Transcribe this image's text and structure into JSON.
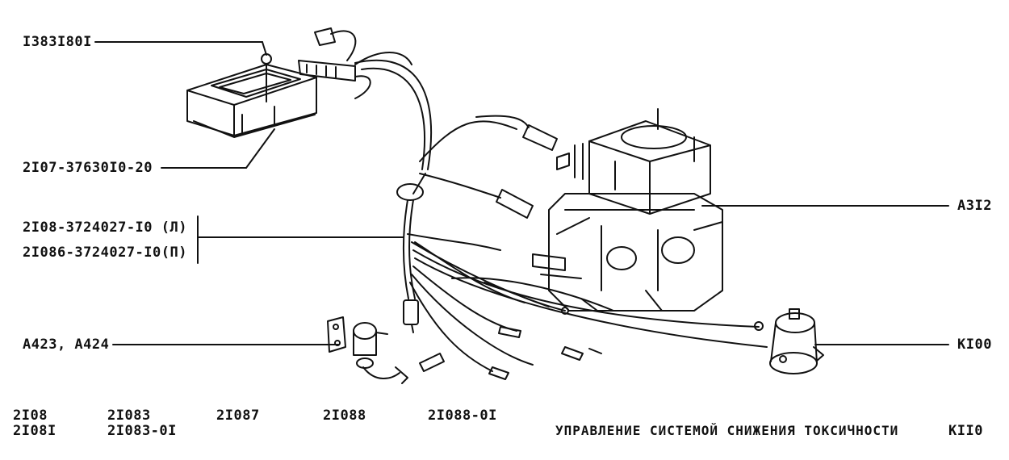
{
  "callouts": {
    "ecu_nut": "I383I80I",
    "ecu": "2I07-37630I0-20",
    "harness_left": "2I08-3724027-I0 (Л)",
    "harness_right": "2I086-3724027-I0(П)",
    "sensor": "A423, A424",
    "carburetor": "A3I2",
    "valve": "KI00"
  },
  "models": {
    "col1": [
      "2I08",
      "2I08I"
    ],
    "col2": [
      "2I083",
      "2I083-0I"
    ],
    "col3": [
      "2I087"
    ],
    "col4": [
      "2I088"
    ],
    "col5": [
      "2I088-0I"
    ]
  },
  "footer": {
    "title": "УПРАВЛЕНИЕ СИСТЕМОЙ СНИЖЕНИЯ ТОКСИЧНОСТИ",
    "code": "KII0"
  }
}
